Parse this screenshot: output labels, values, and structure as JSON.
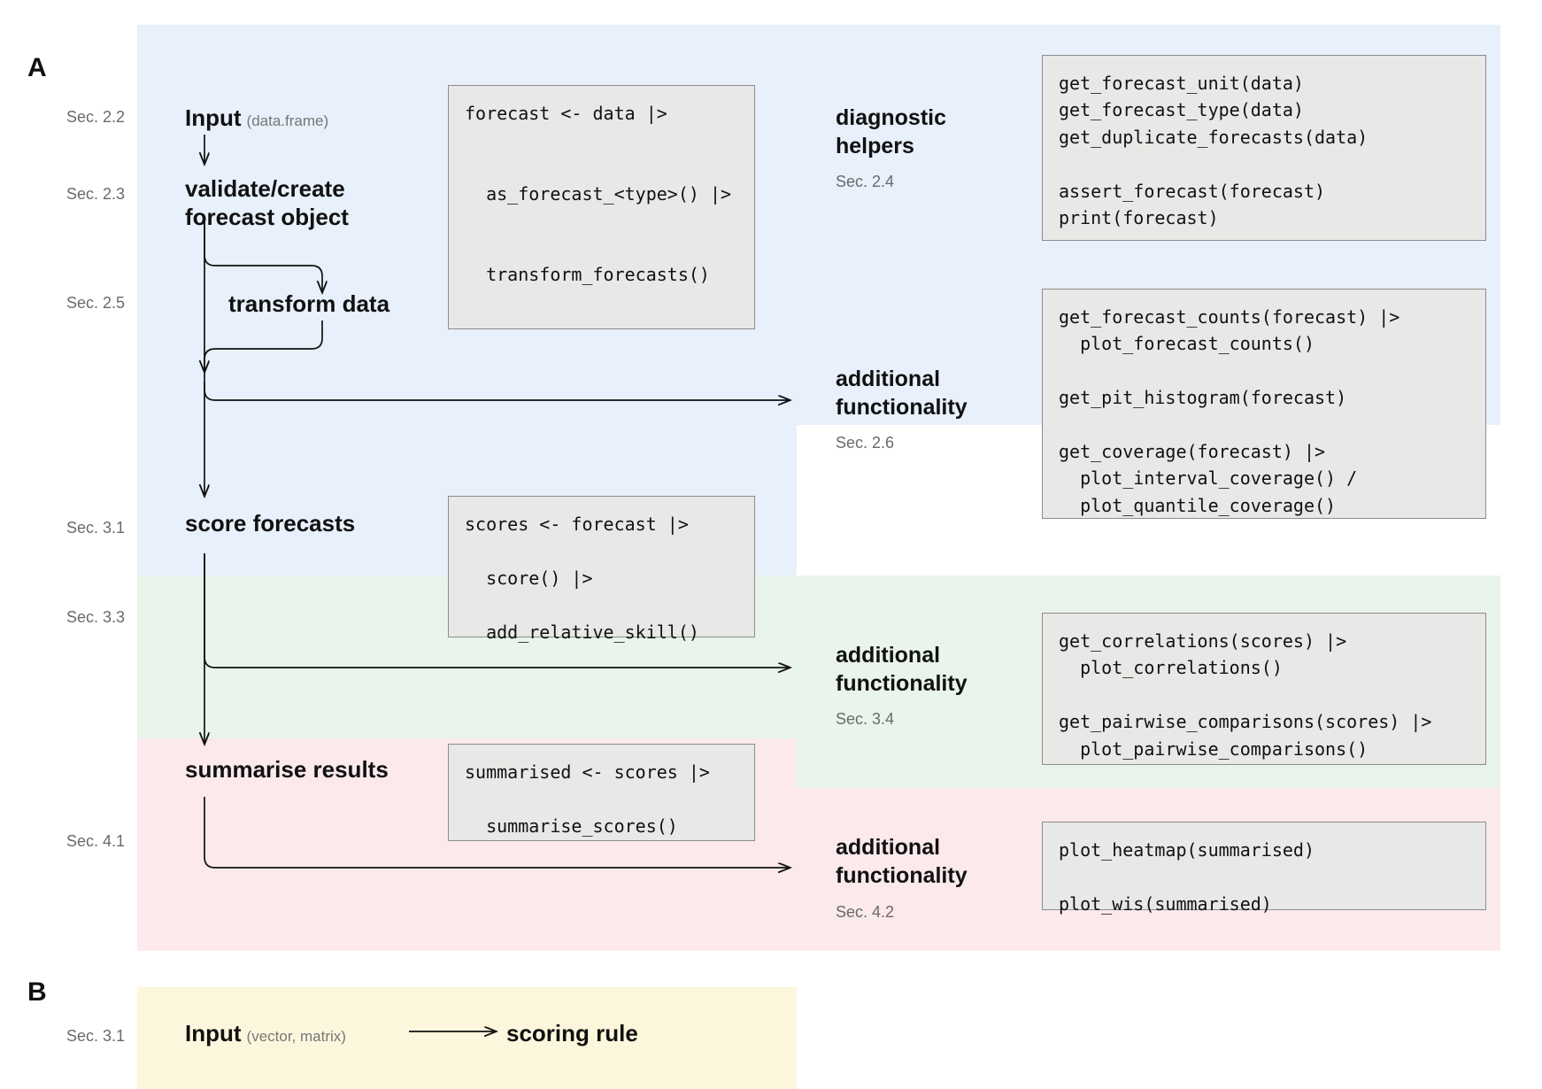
{
  "panels": {
    "a_letter": "A",
    "b_letter": "B"
  },
  "sections": {
    "blue": {
      "fill": "#e7f0fb"
    },
    "green": {
      "fill": "#e9f4ea"
    },
    "pink": {
      "fill": "#fbe9ec"
    },
    "cream": {
      "fill": "#fcf6dc"
    },
    "codebox_fill": "#e8e8e6",
    "codebox_border": "#8c8c8c"
  },
  "sec_refs": {
    "input": "Sec. 2.2",
    "validate": "Sec. 2.3",
    "transform": "Sec. 2.5",
    "score": "Sec. 3.1",
    "summarise_ref": "Sec. 3.3",
    "additional_4_1": "Sec. 4.1",
    "panel_b": "Sec. 3.1"
  },
  "flow": {
    "input_label": "Input",
    "input_sub": "(data.frame)",
    "validate_label": "validate/create\nforecast object",
    "transform_label": "transform data",
    "score_label": "score forecasts",
    "summarise_label": "summarise results"
  },
  "code_boxes": {
    "forecast_pipeline": "forecast <- data |>\n\n\n  as_forecast_<type>() |>\n\n\n  transform_forecasts()",
    "score_pipeline": "scores <- forecast |>\n\n  score() |>\n\n  add_relative_skill()",
    "summarise_pipeline": "summarised <- scores |>\n\n  summarise_scores()",
    "diagnostic_helpers": "get_forecast_unit(data)\nget_forecast_type(data)\nget_duplicate_forecasts(data)\n\nassert_forecast(forecast)\nprint(forecast)",
    "additional_2_6": "get_forecast_counts(forecast) |>\n  plot_forecast_counts()\n\nget_pit_histogram(forecast)\n\nget_coverage(forecast) |>\n  plot_interval_coverage() /\n  plot_quantile_coverage()",
    "additional_3_4": "get_correlations(scores) |>\n  plot_correlations()\n\nget_pairwise_comparisons(scores) |>\n  plot_pairwise_comparisons()",
    "additional_4_2": "plot_heatmap(summarised)\n\nplot_wis(summarised)"
  },
  "categories": {
    "diagnostic_helpers_title": "diagnostic\nhelpers",
    "diagnostic_helpers_ref": "Sec. 2.4",
    "additional_2_6_title": "additional\nfunctionality",
    "additional_2_6_ref": "Sec. 2.6",
    "additional_3_4_title": "additional\nfunctionality",
    "additional_3_4_ref": "Sec. 3.4",
    "additional_4_2_title": "additional\nfunctionality",
    "additional_4_2_ref": "Sec. 4.2"
  },
  "panel_b": {
    "input_label": "Input",
    "input_sub": "(vector, matrix)",
    "scoring_rule_label": "scoring rule"
  }
}
